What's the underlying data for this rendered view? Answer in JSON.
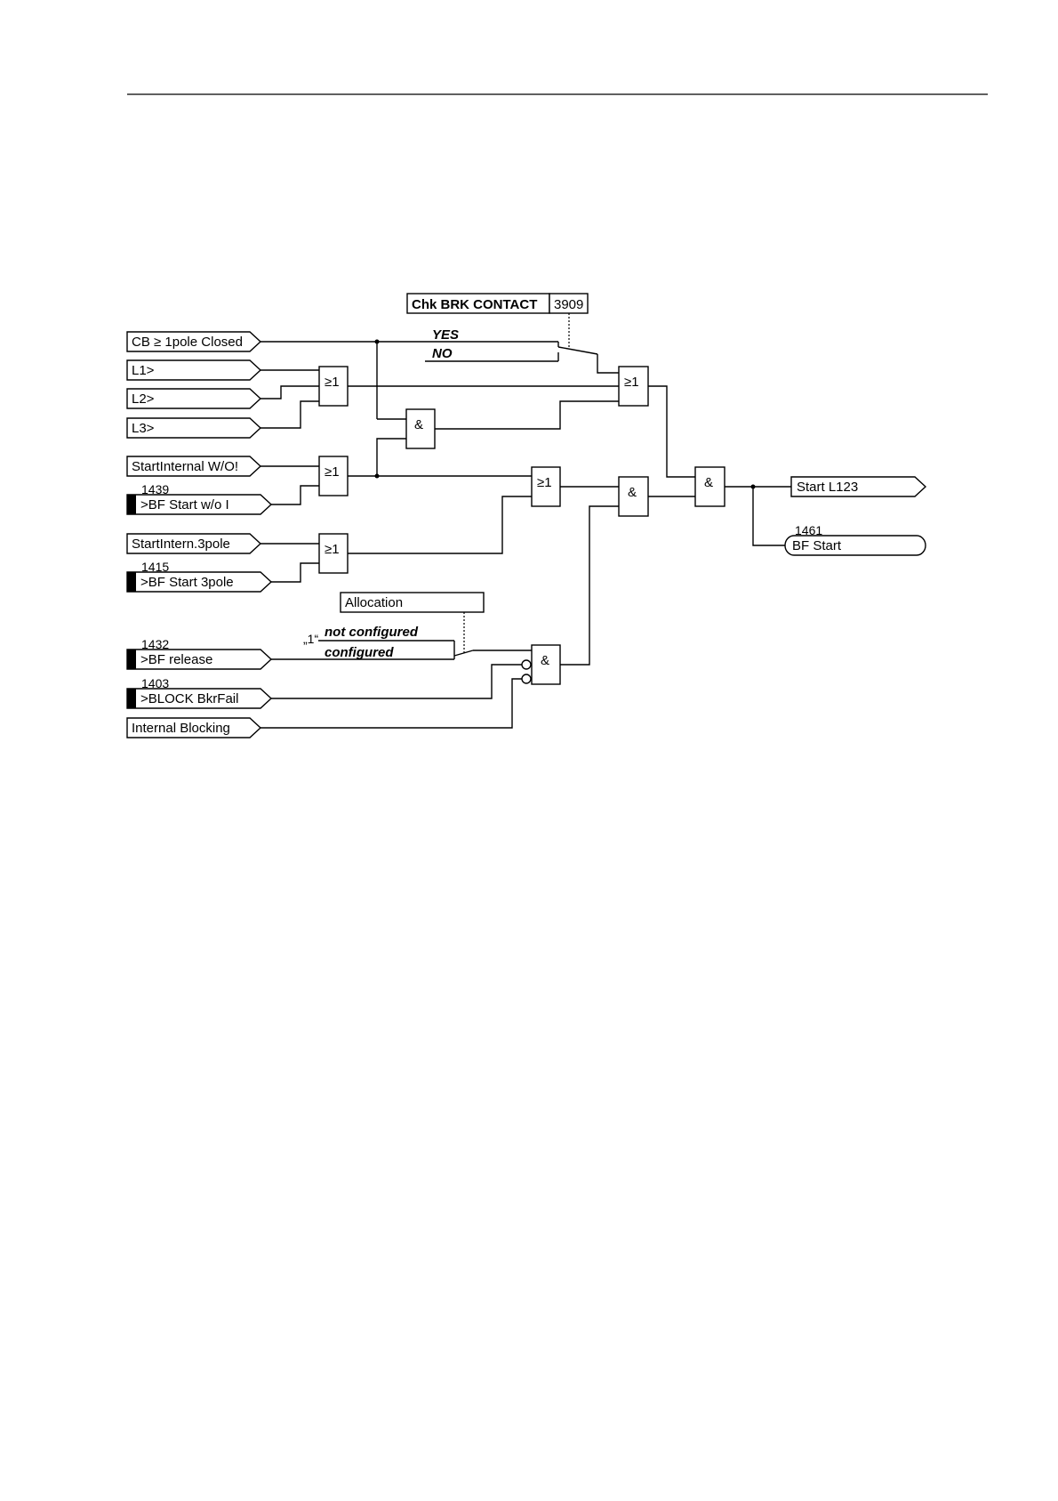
{
  "inputs": {
    "cb_closed": "CB ≥ 1pole Closed",
    "l1": "L1>",
    "l2": "L2>",
    "l3": "L3>",
    "start_internal_wo": "StartInternal W/O!",
    "bf_start_wo_i": ">BF Start w/o I",
    "bf_start_wo_i_num": "1439",
    "start_intern_3pole": "StartIntern.3pole",
    "bf_start_3pole": ">BF Start 3pole",
    "bf_start_3pole_num": "1415",
    "bf_release": ">BF release",
    "bf_release_num": "1432",
    "block_bkrfail": ">BLOCK BkrFail",
    "block_bkrfail_num": "1403",
    "internal_blocking": "Internal Blocking"
  },
  "params": {
    "chk_brk_contact": "Chk BRK CONTACT",
    "chk_brk_contact_num": "3909",
    "yes": "YES",
    "no": "NO",
    "allocation": "Allocation",
    "not_configured": "not configured",
    "configured": "configured",
    "one_const": "„1“"
  },
  "gates": {
    "or_symbol": "≥1",
    "and_symbol": "&"
  },
  "outputs": {
    "start_l123": "Start L123",
    "bf_start": "BF Start",
    "bf_start_num": "1461"
  }
}
